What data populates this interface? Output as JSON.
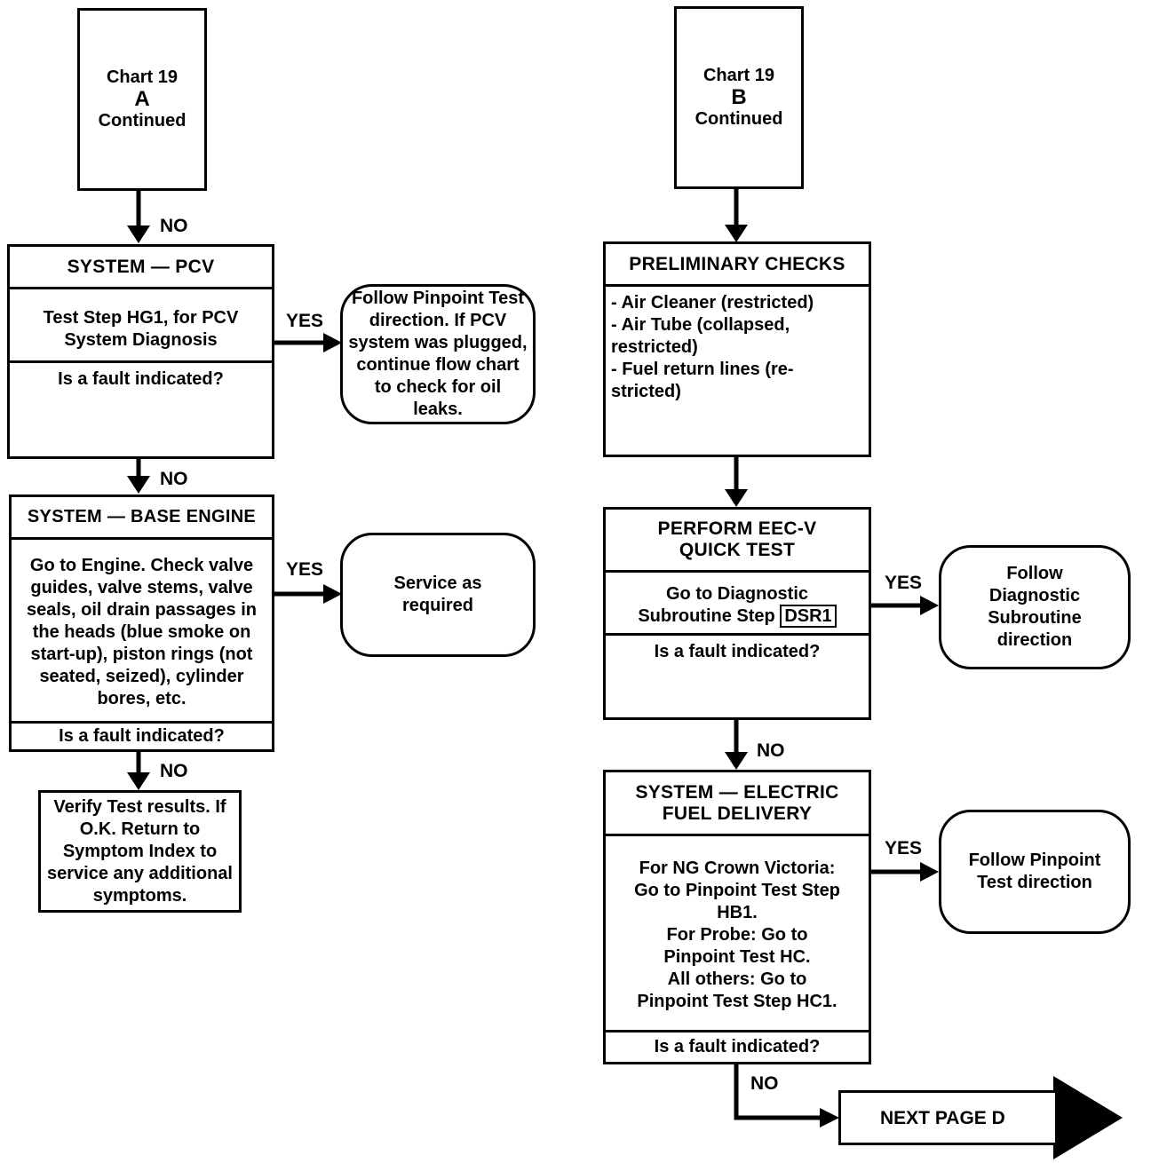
{
  "left": {
    "start": {
      "line1": "Chart 19",
      "line2": "A",
      "line3": "Continued"
    },
    "pcv": {
      "title": "SYSTEM — PCV",
      "body": "Test Step HG1, for PCV System Diagnosis",
      "question": "Is a fault indicated?"
    },
    "pcv_yes": "Follow Pinpoint Test direction. If PCV system was plugged, continue flow chart to check for oil leaks.",
    "base": {
      "title": "SYSTEM — BASE ENGINE",
      "body": "Go to Engine.  Check valve guides, valve stems, valve seals, oil drain passages in the heads (blue smoke on start-up), piston rings (not seated, seized), cylinder bores, etc.",
      "question": "Is a fault indicated?"
    },
    "base_yes": "Service as required",
    "verify": "Verify Test results. If O.K. Return to Symptom Index to service any additional symptoms."
  },
  "right": {
    "start": {
      "line1": "Chart 19",
      "line2": "B",
      "line3": "Continued"
    },
    "prelim": {
      "title": "PRELIMINARY CHECKS",
      "items": [
        "- Air Cleaner (restricted)",
        "- Air Tube (collapsed,\n  restricted)",
        "- Fuel return lines (re-\n  stricted)"
      ]
    },
    "eec": {
      "title": "PERFORM EEC-V QUICK TEST",
      "body": "Go to Diagnostic Subroutine Step",
      "body_ref": "DSR1",
      "question": "Is a fault indicated?"
    },
    "eec_yes": "Follow Diagnostic Subroutine direction",
    "efd": {
      "title": "SYSTEM — ELECTRIC FUEL DELIVERY",
      "p1_bold": "For NG Crown Victoria:",
      "p1": "Go to Pinpoint Test Step HB1.",
      "p2_bold": "For Probe:",
      "p2": "Go to Pinpoint Test HC.",
      "p3_bold": "All others:",
      "p3": "Go to Pinpoint Test Step HC1.",
      "question": "Is a fault indicated?"
    },
    "efd_yes": "Follow Pinpoint Test direction",
    "next": "NEXT PAGE D"
  },
  "labels": {
    "no": "NO",
    "yes": "YES"
  }
}
